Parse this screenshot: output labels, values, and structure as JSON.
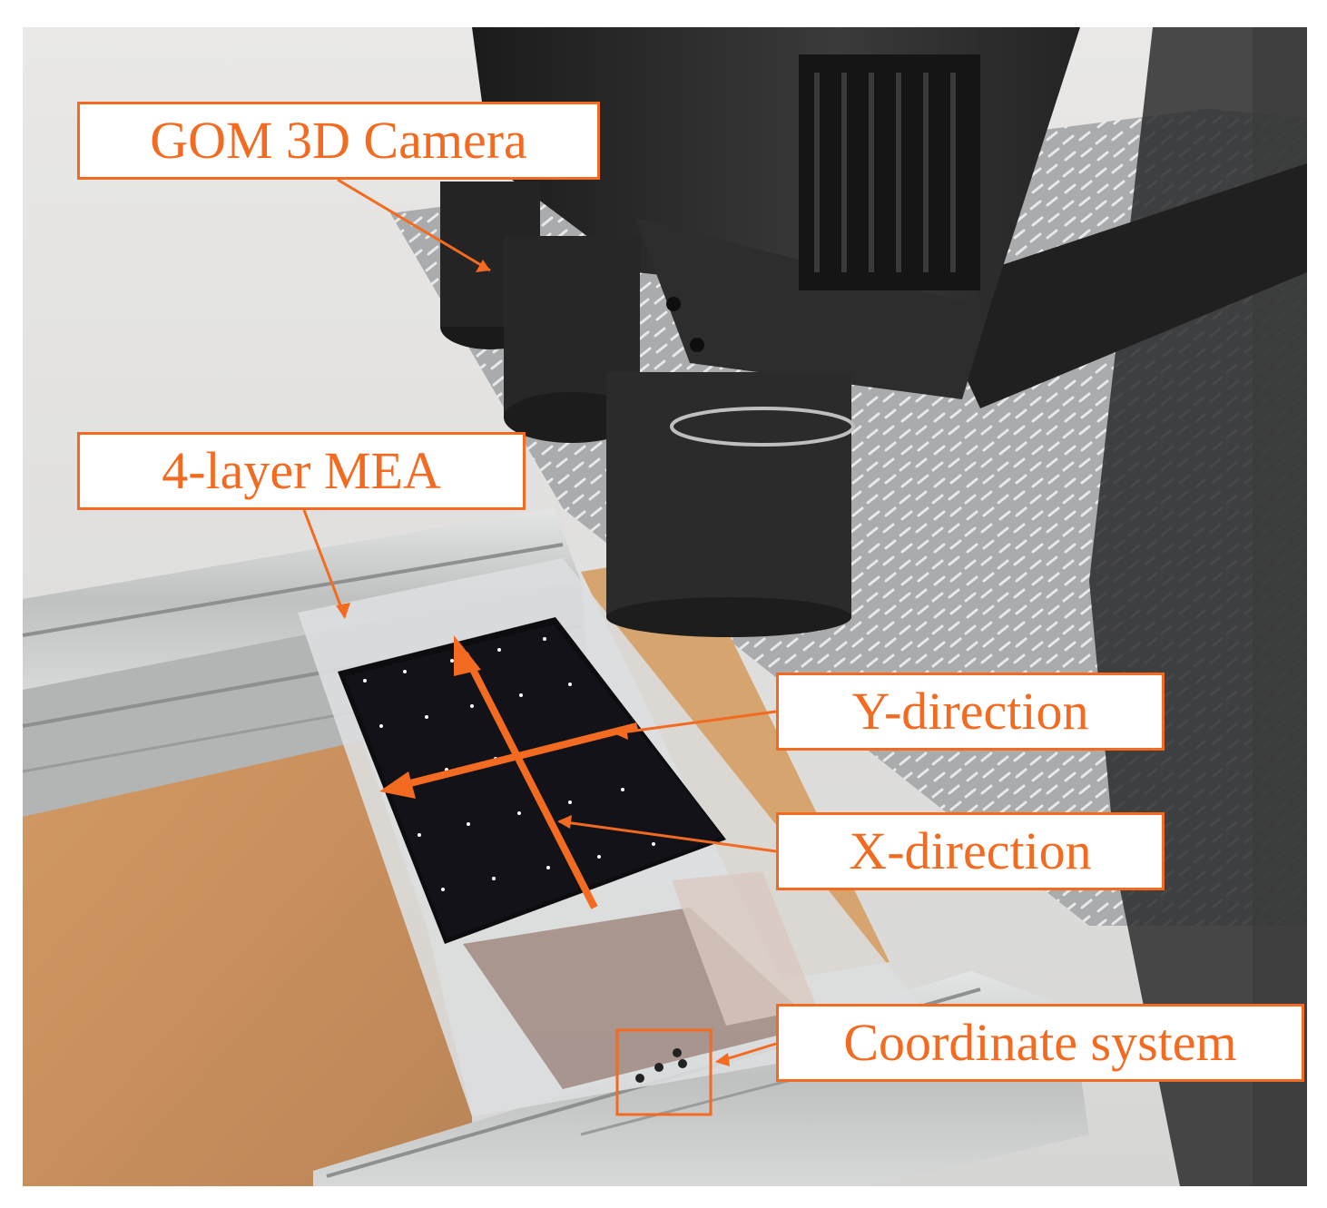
{
  "labels": {
    "camera": "GOM 3D Camera",
    "mea": "4-layer MEA",
    "y_direction": "Y-direction",
    "x_direction": "X-direction",
    "coordinate_system": "Coordinate system"
  },
  "colors": {
    "annotation": "#f26b21",
    "background": "#ffffff",
    "camera_body": "#2a2a2a",
    "specimen": "#0d0d10",
    "wood_table": "#c89263",
    "aluminium": "#cfd0d0"
  }
}
